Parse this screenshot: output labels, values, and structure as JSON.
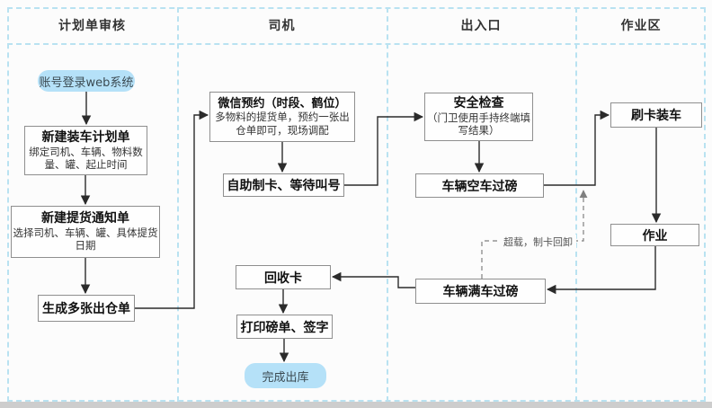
{
  "lanes": [
    {
      "label": "计划单审核"
    },
    {
      "label": "司机"
    },
    {
      "label": "出入口"
    },
    {
      "label": "作业区"
    }
  ],
  "nodes": {
    "login": {
      "label": "账号登录web系统"
    },
    "plan": {
      "title": "新建装车计划单",
      "sub": "绑定司机、车辆、物料数量、罐、起止时间"
    },
    "notice": {
      "title": "新建提货通知单",
      "sub": "选择司机、车辆、罐、具体提货日期"
    },
    "generate": {
      "label": "生成多张出仓单"
    },
    "wechat": {
      "title": "微信预约（时段、鹤位）",
      "sub": "多物料的提货单，预约一张出仓单即可，现场调配"
    },
    "selfcard": {
      "label": "自助制卡、等待叫号"
    },
    "recycle": {
      "label": "回收卡"
    },
    "print": {
      "label": "打印磅单、签字"
    },
    "done": {
      "label": "完成出库"
    },
    "safety": {
      "title": "安全检查",
      "sub": "（门卫使用手持终端填写结果）"
    },
    "empty_weigh": {
      "label": "车辆空车过磅"
    },
    "full_weigh": {
      "label": "车辆满车过磅"
    },
    "swipe": {
      "label": "刷卡装车"
    },
    "work": {
      "label": "作业"
    }
  },
  "annotations": {
    "overload": "超载，制卡回卸"
  },
  "colors": {
    "accent_fill": "#b5e1f8",
    "lane_border": "#b9e2f1",
    "box_border": "#8f8f8f",
    "arrow": "#2b2b2b",
    "dashed_arrow": "#808080"
  }
}
